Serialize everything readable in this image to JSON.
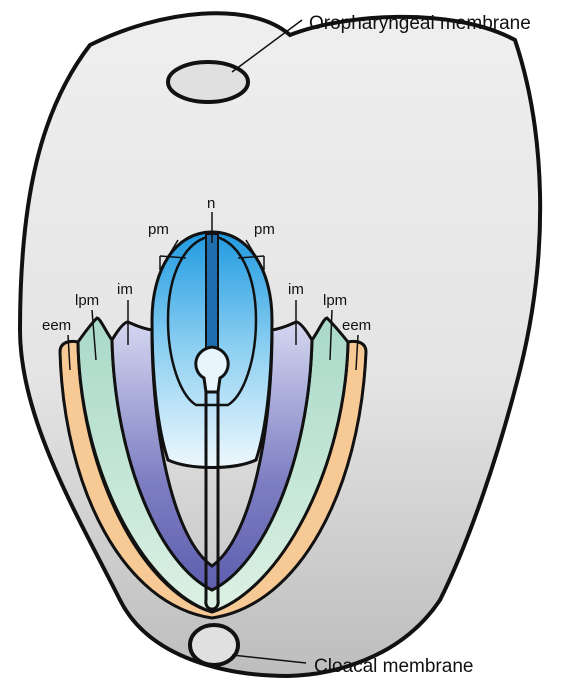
{
  "labels": {
    "oropharyngeal": "Oropharyngeal membrane",
    "cloacal": "Cloacal membrane",
    "n": "n",
    "pm_left": "pm",
    "pm_right": "pm",
    "im_left": "im",
    "im_right": "im",
    "lpm_left": "lpm",
    "lpm_right": "lpm",
    "eem_left": "eem",
    "eem_right": "eem"
  },
  "colors": {
    "embryo_outer": "#e6e6e6",
    "embryo_lower": "#c9c9c9",
    "outline": "#111111",
    "eem_band": "#f7c98f",
    "lpm_band": "#bfe6d0",
    "im_top": "#c9cdec",
    "im_bottom": "#6a6bb5",
    "pm_top": "#2a9fe0",
    "pm_bottom": "#e6f4fb",
    "notochord": "#1f6fb0",
    "membrane": "#e2e2e2"
  }
}
